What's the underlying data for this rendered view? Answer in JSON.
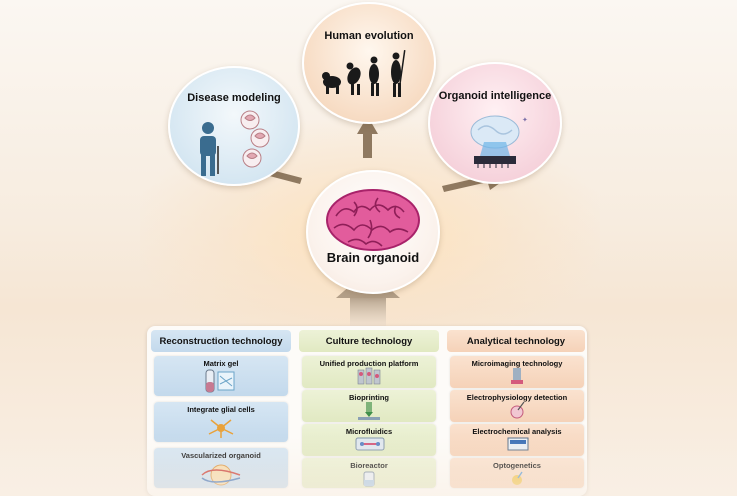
{
  "center": {
    "title": "Brain organoid"
  },
  "applications": {
    "evolution": "Human evolution",
    "disease": "Disease modeling",
    "intelligence": "Organoid intelligence"
  },
  "columns": [
    {
      "title": "Reconstruction technology",
      "items": [
        "Matrix gel",
        "Integrate glial cells",
        "Vascularized organoid"
      ]
    },
    {
      "title": "Culture technology",
      "items": [
        "Unified production platform",
        "Bioprinting",
        "Microfluidics",
        "Bioreactor"
      ]
    },
    {
      "title": "Analytical technology",
      "items": [
        "Microimaging technology",
        "Electrophysiology detection",
        "Electrochemical analysis",
        "Optogenetics"
      ]
    }
  ],
  "colors": {
    "arrow": "#8f7960",
    "brain": "#d9458c",
    "reconstruction": "#c3d9ec",
    "culture": "#e1e9c2",
    "analytical": "#f5d2b8"
  },
  "icons": [
    "human-silhouette-icon",
    "evolution-silhouettes-icon",
    "brain-icon",
    "chip-icon",
    "tube-icon",
    "neuron-icon",
    "vessel-icon",
    "cell-stack-icon",
    "printer-icon",
    "chip-channel-icon",
    "flask-icon",
    "microscope-icon",
    "electrode-icon",
    "analyzer-icon",
    "light-probe-icon"
  ]
}
